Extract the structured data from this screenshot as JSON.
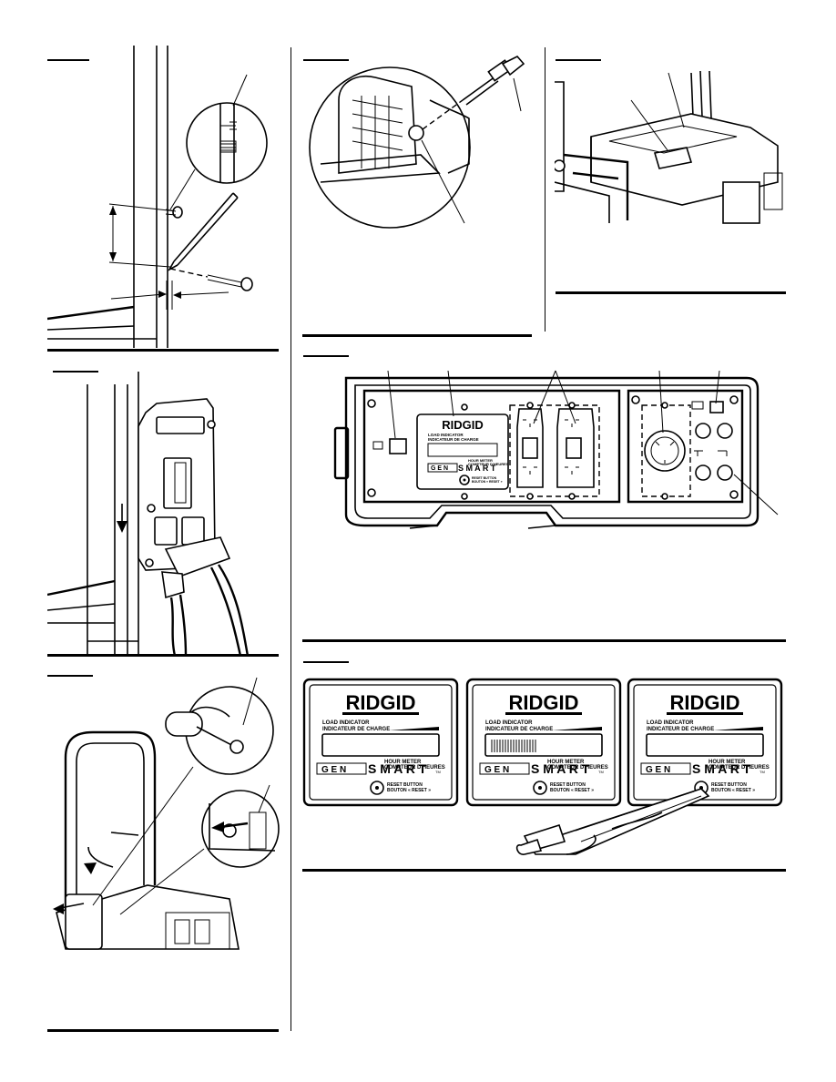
{
  "brand": {
    "logo": "RIDGID"
  },
  "control_panel": {
    "logo": "RIDGID",
    "load_indicator": "LOAD INDICATOR",
    "load_indicator_fr": "INDICATEUR DE CHARGE",
    "hour_meter": "HOUR METER",
    "hour_meter_fr": "COMPTEUR D'HEURES",
    "gen": "G E N",
    "smart": "S M A R T",
    "reset": "RESET BUTTON",
    "reset_fr": "BOUTON « RESET »"
  },
  "gensmart_display": {
    "logo": "RIDGID",
    "load_indicator": "LOAD INDICATOR",
    "load_indicator_fr": "INDICATEUR DE CHARGE",
    "hour_meter": "HOUR METER",
    "hour_meter_fr": "COMPTEUR D'HEURES",
    "gen": "G E N",
    "smart": "S M A R T",
    "tm": "TM",
    "reset": "RESET BUTTON",
    "reset_fr": "BOUTON « RESET »"
  }
}
